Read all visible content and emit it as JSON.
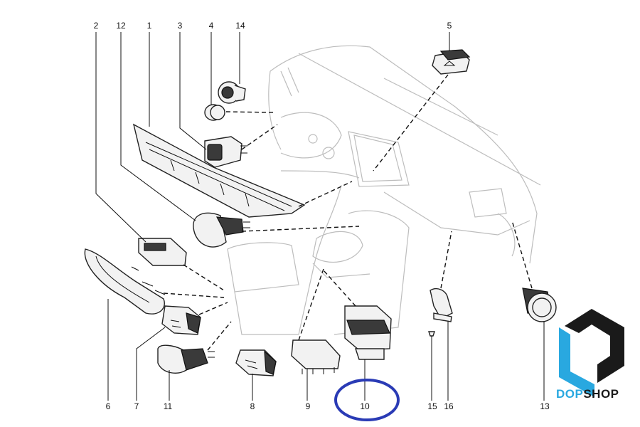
{
  "callouts": [
    {
      "id": "2",
      "label": "2"
    },
    {
      "id": "12",
      "label": "12"
    },
    {
      "id": "1",
      "label": "1"
    },
    {
      "id": "3",
      "label": "3"
    },
    {
      "id": "4",
      "label": "4"
    },
    {
      "id": "14",
      "label": "14"
    },
    {
      "id": "5",
      "label": "5"
    },
    {
      "id": "6",
      "label": "6"
    },
    {
      "id": "7",
      "label": "7"
    },
    {
      "id": "11",
      "label": "11"
    },
    {
      "id": "8",
      "label": "8"
    },
    {
      "id": "9",
      "label": "9"
    },
    {
      "id": "10",
      "label": "10"
    },
    {
      "id": "15",
      "label": "15"
    },
    {
      "id": "16",
      "label": "16"
    },
    {
      "id": "13",
      "label": "13"
    }
  ],
  "highlight": {
    "target": "10",
    "color": "#2a3bb5"
  },
  "logo": {
    "part1": "DOP",
    "part2": "SHOP",
    "accent": "#29a8e0",
    "dark": "#1a1a1a"
  }
}
